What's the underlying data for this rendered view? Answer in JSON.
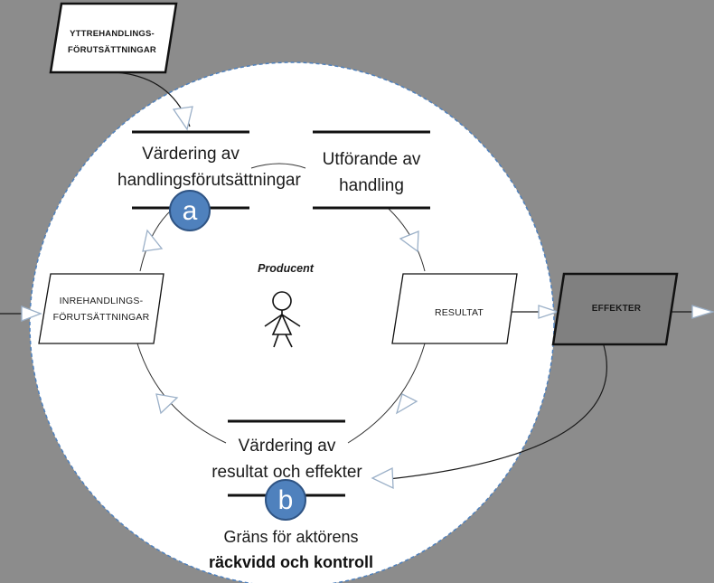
{
  "yttre": {
    "line1": "YTTREHANDLINGS-",
    "line2": "FÖRUTSÄTTNINGAR"
  },
  "inre": {
    "line1": "INREHANDLINGS-",
    "line2": "FÖRUTSÄTTNINGAR"
  },
  "vardering_handling": {
    "line1": "Värdering av",
    "line2": "handlingsförutsättningar"
  },
  "utforande": {
    "line1": "Utförande av",
    "line2": "handling"
  },
  "resultat": "RESULTAT",
  "effekter": "EFFEKTER",
  "producent": "Producent",
  "vardering_resultat": {
    "line1": "Värdering av",
    "line2": "resultat och effekter"
  },
  "grans": {
    "line1": "Gräns för aktörens",
    "line2": "räckvidd och kontroll"
  },
  "badge_a": "a",
  "badge_b": "b",
  "colors": {
    "background": "#8c8c8c",
    "circle_fill": "#ffffff",
    "circle_border": "#4f81bd",
    "badge": "#4f81bd",
    "effekter_fill": "#808080"
  }
}
